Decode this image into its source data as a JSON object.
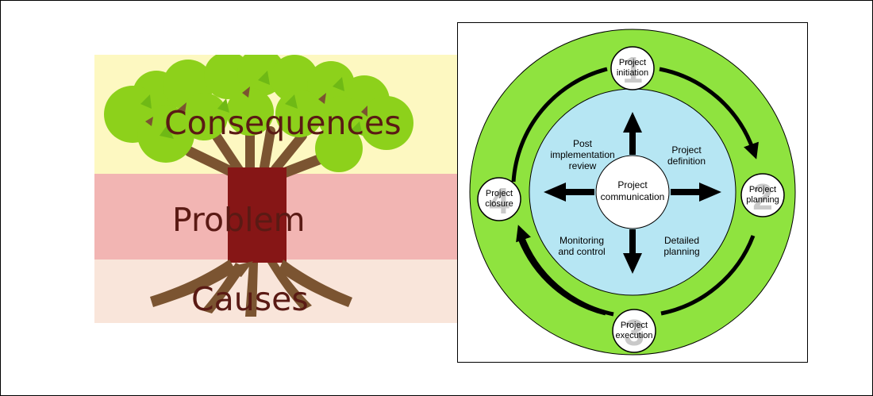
{
  "problem_tree": {
    "consequences": "Consequences",
    "problem": "Problem",
    "causes": "Causes"
  },
  "project_cycle": {
    "center": {
      "line1": "Project",
      "line2": "communication"
    },
    "phases": [
      {
        "number": "1",
        "line1": "Project",
        "line2": "initiation"
      },
      {
        "number": "2",
        "line1": "Project",
        "line2": "planning"
      },
      {
        "number": "3",
        "line1": "Project",
        "line2": "execution"
      },
      {
        "number": "4",
        "line1": "Project",
        "line2": "closure"
      }
    ],
    "inner_labels": [
      {
        "lines": [
          "Post",
          "implementation",
          "review"
        ]
      },
      {
        "lines": [
          "Project",
          "definition"
        ]
      },
      {
        "lines": [
          "Monitoring",
          "and control"
        ]
      },
      {
        "lines": [
          "Detailed",
          "planning"
        ]
      }
    ]
  },
  "colors": {
    "consequences_band": "#fdf8c1",
    "problem_band": "#f2b5b3",
    "causes_band": "#f9e5da",
    "foliage": "#8dd11b",
    "foliage_dark": "#6fb915",
    "trunk": "#861616",
    "branches_roots": "#7b5431",
    "tree_text": "#5a1a14",
    "outer_ring": "#8fe33f",
    "inner_disc": "#b6e6f3",
    "arrow": "#000000"
  }
}
